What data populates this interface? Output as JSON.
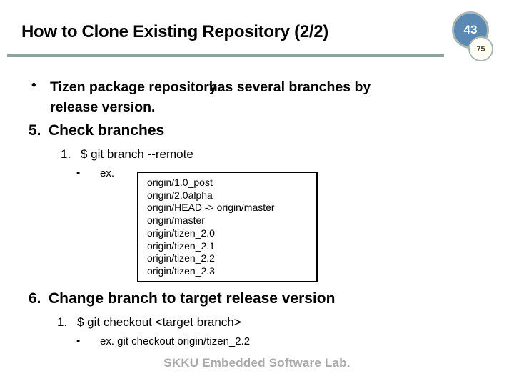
{
  "slide": {
    "title": "How to Clone Existing Repository (2/2)",
    "bullet_char": "•",
    "page_badge": {
      "number": "43",
      "sub_number": "75"
    },
    "bullet1": {
      "part1": "Tizen package repository",
      "part2": "has several branches by",
      "line2": "release version."
    },
    "section5": {
      "number": "5.",
      "heading": "Check branches",
      "step": {
        "number": "1.",
        "text": "$ git branch --remote"
      },
      "example_label": "ex.",
      "code_lines": [
        "origin/1.0_post",
        "origin/2.0alpha",
        "origin/HEAD -> origin/master",
        "origin/master",
        "origin/tizen_2.0",
        "origin/tizen_2.1",
        "origin/tizen_2.2",
        "origin/tizen_2.3"
      ]
    },
    "section6": {
      "number": "6.",
      "heading": "Change branch to target release version",
      "step": {
        "number": "1.",
        "text": "$ git checkout <target branch>"
      },
      "example": "ex. git checkout origin/tizen_2.2"
    },
    "footer": "SKKU Embedded Software Lab.",
    "colors": {
      "rule": "#8ba59c",
      "badge_fill": "#5b89b4",
      "badge_border": "#a8b8b1",
      "badge_text": "#ffffff",
      "sub_badge_text": "#3f3a1e",
      "footer_text": "#a9a9a9"
    }
  }
}
